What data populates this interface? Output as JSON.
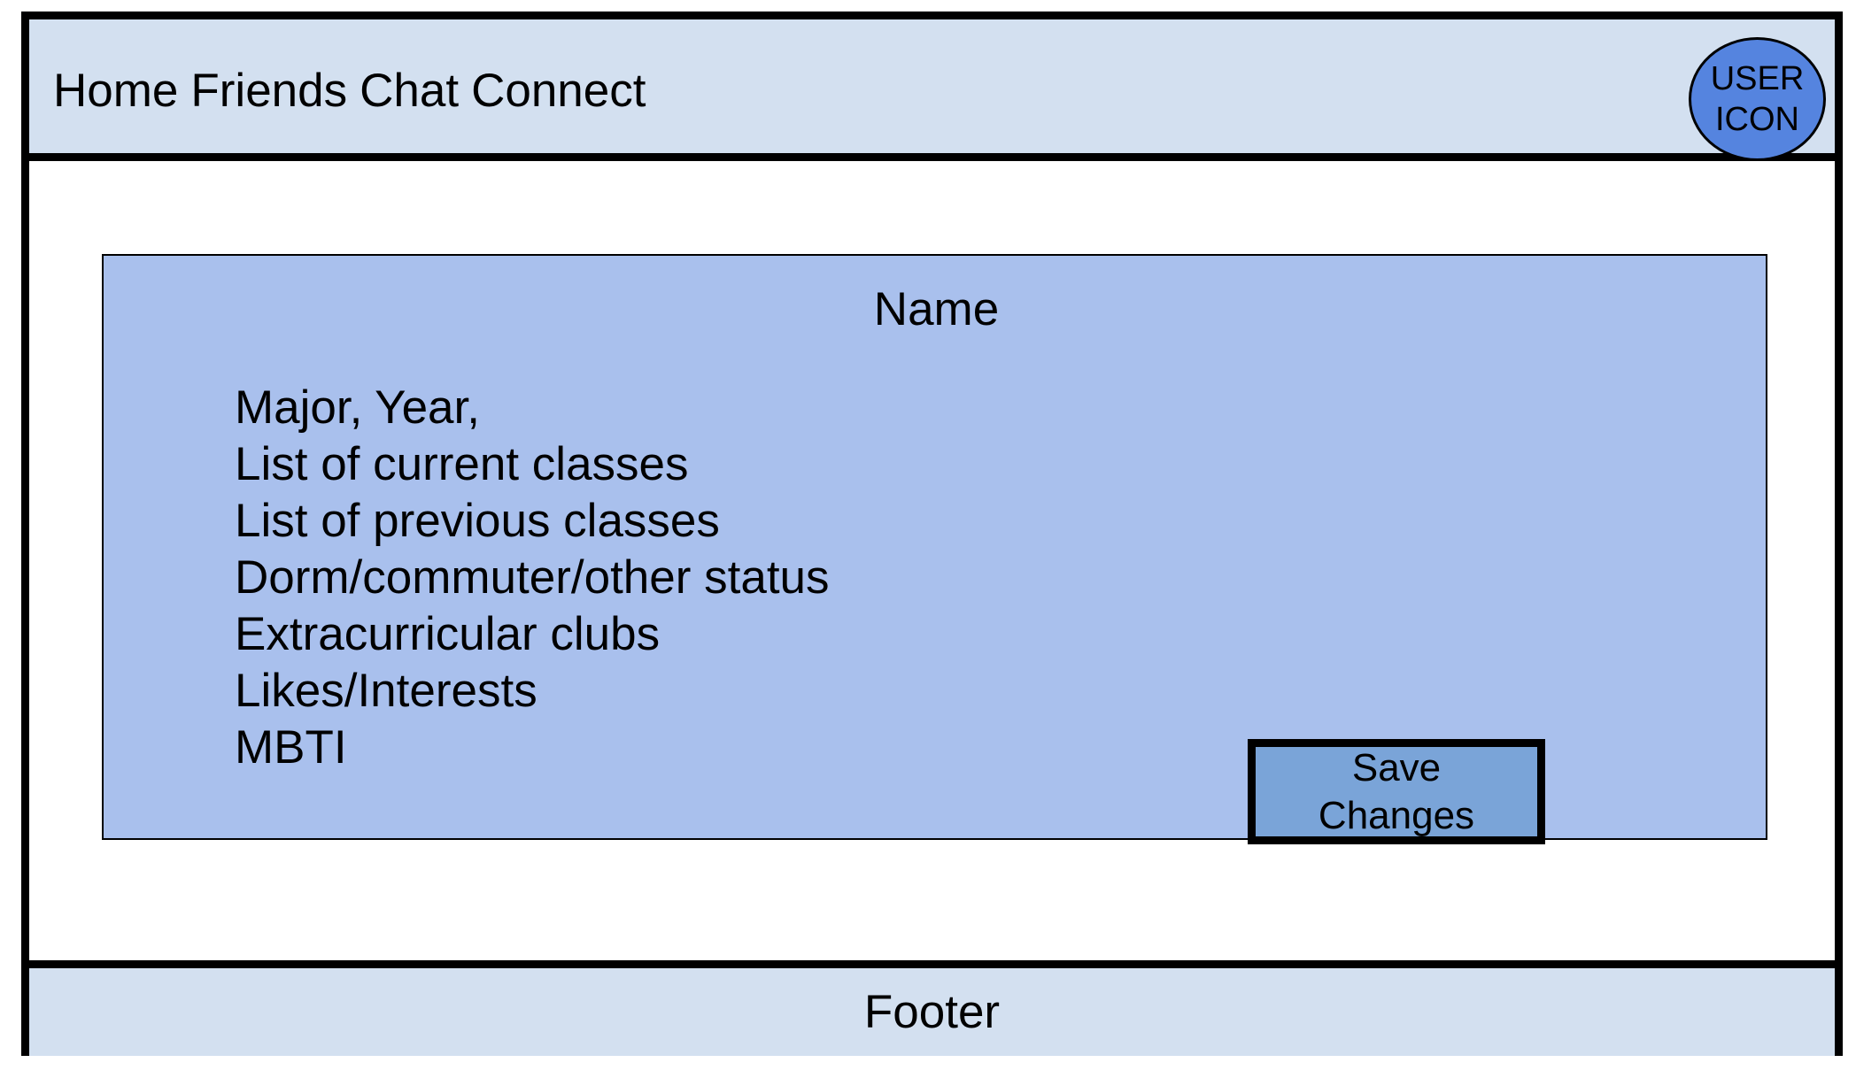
{
  "header": {
    "nav": {
      "home": "Home",
      "friends": "Friends",
      "chat": "Chat",
      "connect": "Connect"
    },
    "user_icon": {
      "line1": "USER",
      "line2": "ICON"
    }
  },
  "profile": {
    "name": "Name",
    "fields": [
      "Major, Year,",
      "List of current classes",
      "List of previous classes",
      "Dorm/commuter/other status",
      "Extracurricular clubs",
      "Likes/Interests",
      "MBTI"
    ],
    "save_button": {
      "line1": "Save",
      "line2": "Changes"
    }
  },
  "footer": {
    "label": "Footer"
  },
  "colors": {
    "header_bg": "#d3e0f0",
    "card_bg": "#a9c0ed",
    "user_icon_bg": "#5584df",
    "save_button_bg": "#7aa4d8"
  }
}
